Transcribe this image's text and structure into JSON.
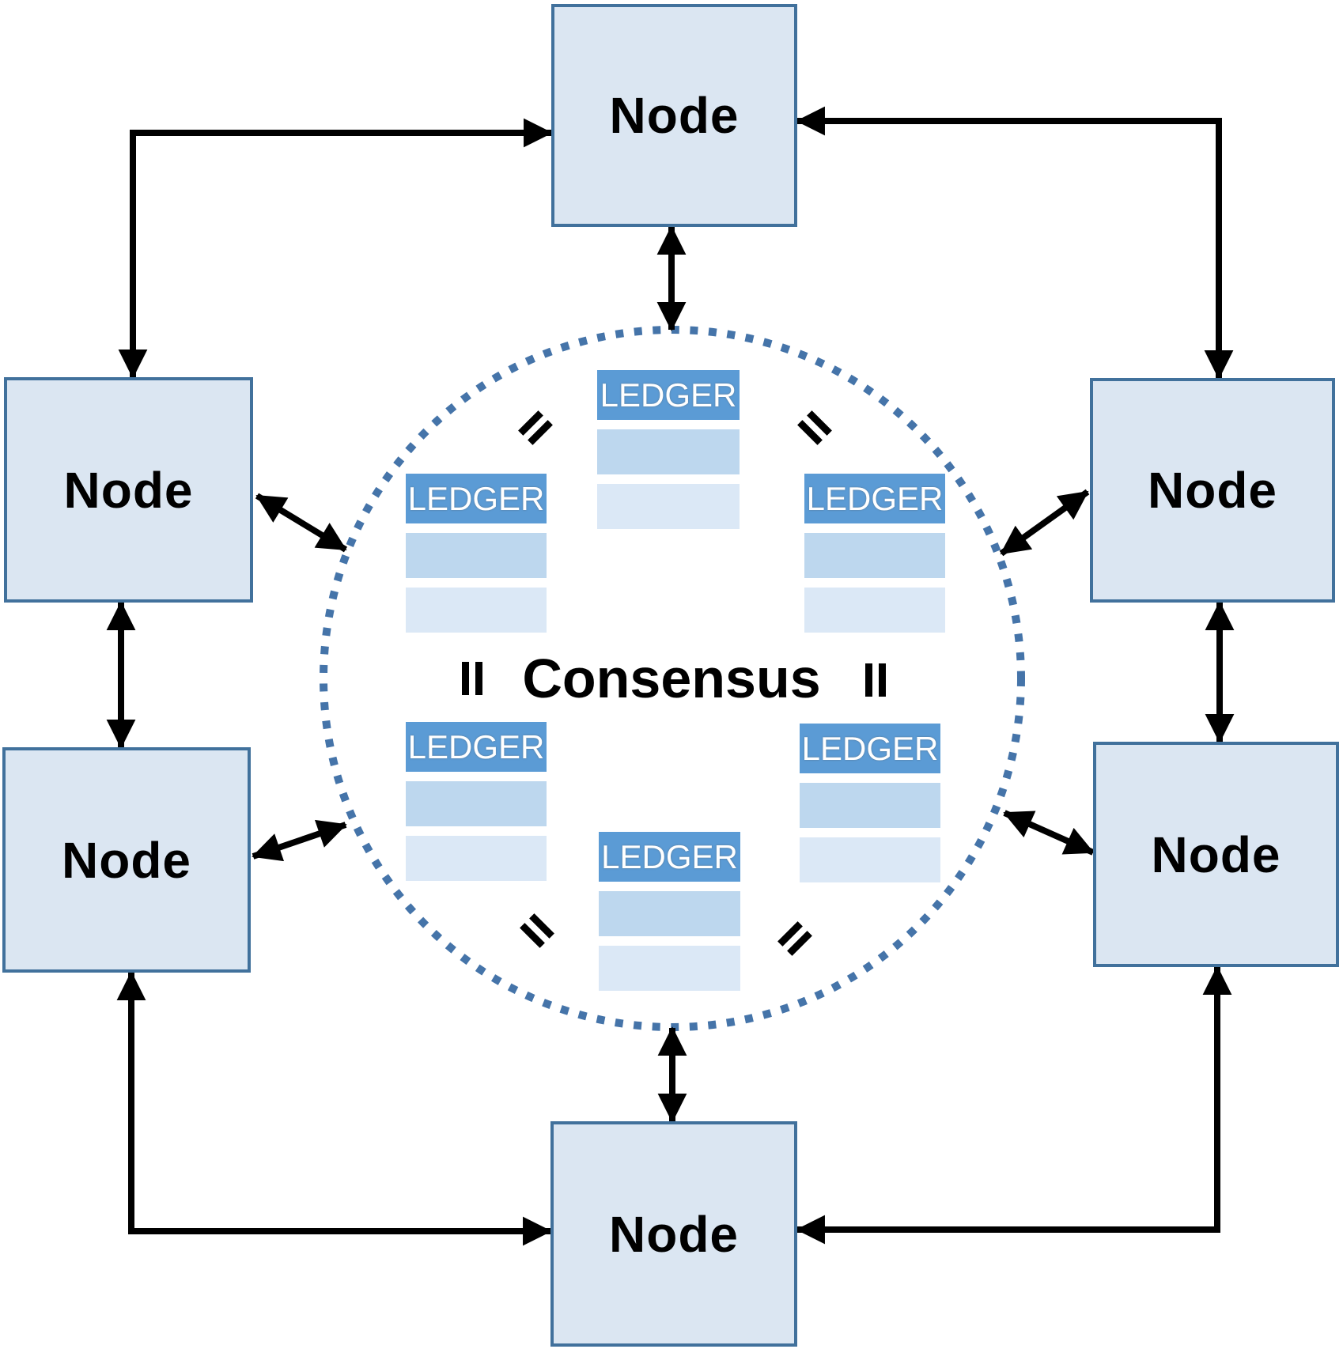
{
  "diagram": {
    "consensus_label": "Consensus",
    "nodes": [
      {
        "id": "top",
        "label": "Node"
      },
      {
        "id": "left-upper",
        "label": "Node"
      },
      {
        "id": "right-upper",
        "label": "Node"
      },
      {
        "id": "left-lower",
        "label": "Node"
      },
      {
        "id": "right-lower",
        "label": "Node"
      },
      {
        "id": "bottom",
        "label": "Node"
      }
    ],
    "ledgers": [
      {
        "id": "top-center",
        "label": "LEDGER",
        "blank_row_count": 2
      },
      {
        "id": "upper-left",
        "label": "LEDGER",
        "blank_row_count": 2
      },
      {
        "id": "upper-right",
        "label": "LEDGER",
        "blank_row_count": 2
      },
      {
        "id": "lower-left",
        "label": "LEDGER",
        "blank_row_count": 2
      },
      {
        "id": "lower-right",
        "label": "LEDGER",
        "blank_row_count": 2
      },
      {
        "id": "bottom-center",
        "label": "LEDGER",
        "blank_row_count": 2
      }
    ],
    "equals_symbol_count": 6,
    "arrow_count": 12,
    "colors": {
      "node_fill": "#dbe6f2",
      "node_border": "#41719c",
      "ledger_header": "#5b9bd5",
      "ledger_header_text": "#ffffff",
      "ledger_row_1": "#bdd7ee",
      "ledger_row_2": "#dbe8f6",
      "circle_dots": "#4574a9",
      "arrow": "#000000",
      "label_text": "#000000"
    }
  }
}
